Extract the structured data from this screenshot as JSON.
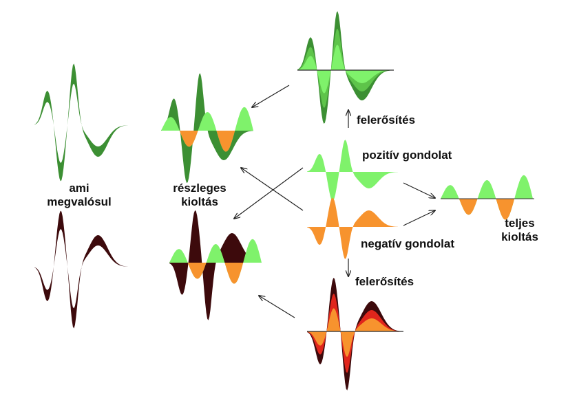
{
  "labels": {
    "amplification_top": "felerősítés",
    "positive_thought": "pozitív gondolat",
    "negative_thought": "negatív gondolat",
    "amplification_bottom": "felerősítés",
    "full_cancellation_line1": "teljes",
    "full_cancellation_line2": "kioltás",
    "partial_cancellation_line1": "részleges",
    "partial_cancellation_line2": "kioltás",
    "what_manifests_line1": "ami",
    "what_manifests_line2": "megvalósul"
  },
  "colors": {
    "positive_light": "#7ff26b",
    "positive_mid": "#5ec44a",
    "positive_dark": "#3c8f33",
    "negative_orange": "#f7932e",
    "negative_red": "#e0261c",
    "negative_dark": "#3d0a0c",
    "arrow": "#222222"
  }
}
